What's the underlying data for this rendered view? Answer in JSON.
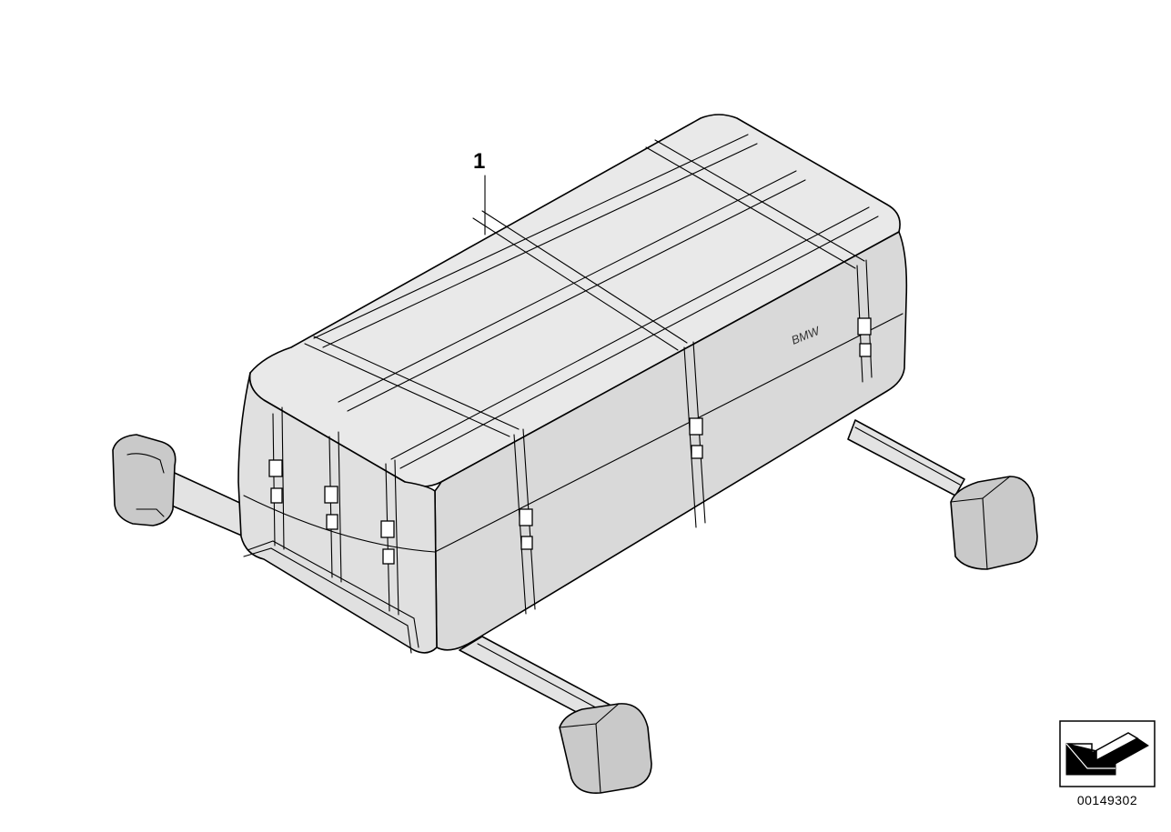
{
  "diagram": {
    "callouts": [
      {
        "number": "1"
      }
    ],
    "brand_text": "BMW",
    "part_number": "00149302",
    "icons": [
      "roof-box-bag",
      "roof-rack-crossbar",
      "buckle",
      "orientation-arrow"
    ],
    "colors": {
      "line": "#000000",
      "fill_light": "#e9e9e9",
      "fill_mid": "#d9d9d9",
      "fill_dark": "#c4c4c4",
      "background": "#ffffff"
    }
  }
}
